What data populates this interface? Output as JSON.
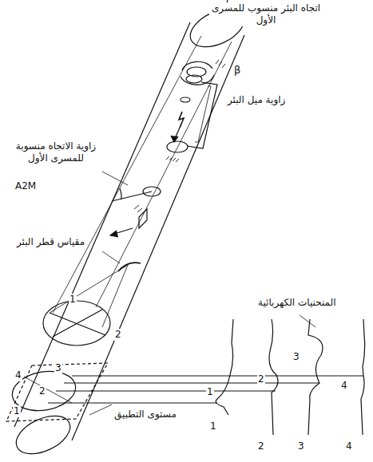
{
  "diagram": {
    "labels": [
      "اتجاه البئر منسوب للمسرى الأول",
      "β",
      "زاوية ميل البئر",
      "زاوية الاتجاه منسوبة للمسرى الأول",
      "A2M",
      "مقياس قطر البئر",
      "1",
      "2",
      "4",
      "3",
      "2",
      "1",
      "المنحنيات الكهربائية",
      "3",
      "2",
      "1",
      "4",
      "1",
      "2",
      "3",
      "4",
      "مستوى التطبيق"
    ]
  }
}
